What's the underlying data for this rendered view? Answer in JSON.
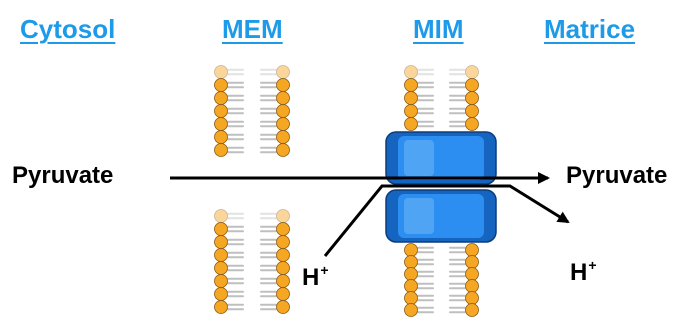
{
  "headers": {
    "cytosol": "Cytosol",
    "mem": "MEM",
    "mim": "MIM",
    "matrice": "Matrice"
  },
  "labels": {
    "pyruvate_left": "Pyruvate",
    "pyruvate_right": "Pyruvate",
    "proton_left_base": "H",
    "proton_left_charge": "+",
    "proton_right_base": "H",
    "proton_right_charge": "+"
  },
  "colors": {
    "header_text": "#1e9be8",
    "lipid_head": "#f5a623",
    "lipid_head_stroke": "#8a5a12",
    "lipid_tail": "#bfbfbf",
    "transporter": "#1976d2",
    "transporter_highlight": "#5aaaf5",
    "arrow": "#000000"
  },
  "membranes": [
    {
      "name": "MEM",
      "gap": "pyruvate-passage"
    },
    {
      "name": "MIM",
      "transporter": "pyruvate-H+-symporter"
    }
  ]
}
